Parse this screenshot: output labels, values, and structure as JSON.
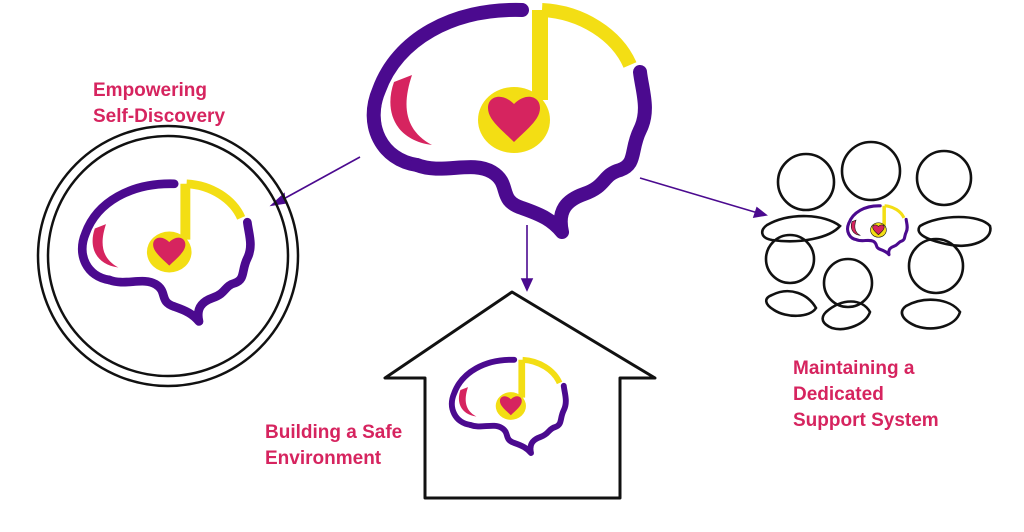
{
  "diagram": {
    "center_icon": "brain-music-heart-icon",
    "branches": [
      {
        "id": "self-discovery",
        "icon": "circle-frame-icon",
        "label_lines": [
          "Empowering",
          "Self-Discovery"
        ]
      },
      {
        "id": "safe-environment",
        "icon": "house-icon",
        "label_lines": [
          "Building a Safe",
          "Environment"
        ]
      },
      {
        "id": "support-system",
        "icon": "group-of-people-icon",
        "label_lines": [
          "Maintaining a",
          "Dedicated",
          "Support System"
        ]
      }
    ]
  },
  "colors": {
    "purple": "#4b0a8f",
    "yellow": "#f3de14",
    "pink": "#d6245f",
    "outline": "#111111",
    "arrow": "#4b0a8f",
    "label": "#d6245f"
  }
}
